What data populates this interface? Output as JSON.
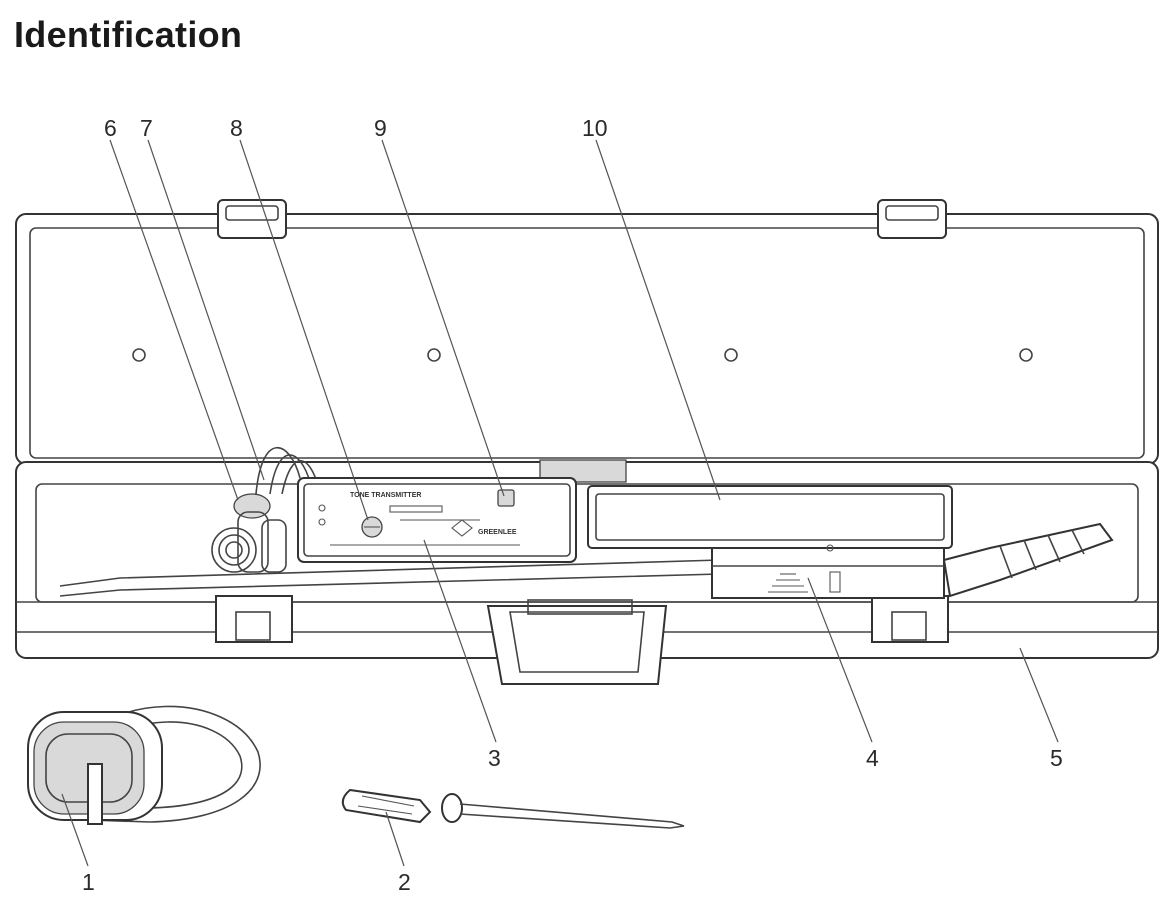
{
  "title": "Identification",
  "callouts": {
    "c1": "1",
    "c2": "2",
    "c3": "3",
    "c4": "4",
    "c5": "5",
    "c6": "6",
    "c7": "7",
    "c8": "8",
    "c9": "9",
    "c10": "10"
  },
  "panel_text": {
    "transmitter_label": "TONE TRANSMITTER",
    "brand_label": "GREENLEE"
  }
}
